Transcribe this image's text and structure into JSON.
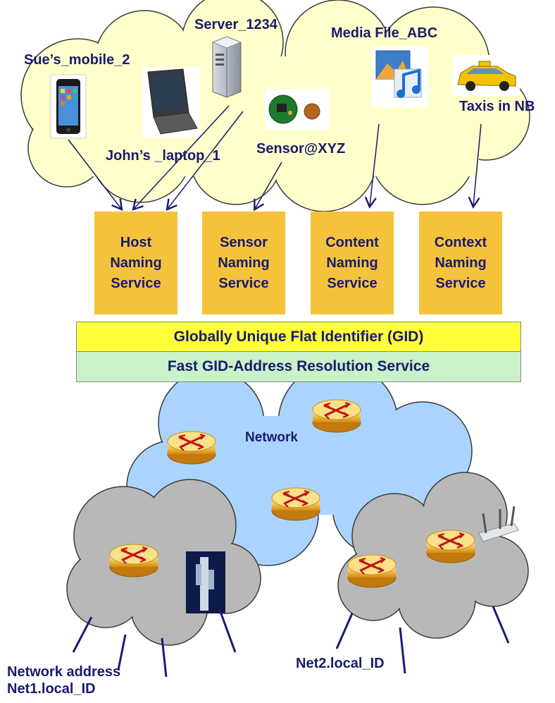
{
  "devices": {
    "sue_mobile": "Sue’s_mobile_2",
    "server": "Server_1234",
    "media_file": "Media File_ABC",
    "taxis": "Taxis in NB",
    "johns_laptop": "John’s _laptop_1",
    "sensor": "Sensor@XYZ"
  },
  "services": [
    {
      "line1": "Host",
      "line2": "Naming",
      "line3": "Service"
    },
    {
      "line1": "Sensor",
      "line2": "Naming",
      "line3": "Service"
    },
    {
      "line1": "Content",
      "line2": "Naming",
      "line3": "Service"
    },
    {
      "line1": "Context",
      "line2": "Naming",
      "line3": "Service"
    }
  ],
  "gid_bar": "Globally Unique Flat Identifier (GID)",
  "resolution_bar": "Fast GID-Address Resolution Service",
  "network_label": "Network",
  "net1_label_line1": "Network address",
  "net1_label_line2": "Net1.local_ID",
  "net2_label": "Net2.local_ID",
  "colors": {
    "cloud_top": "#ffffcc",
    "cloud_network": "#aad4ff",
    "cloud_gray": "#b8b8b8",
    "service_box": "#f5c23c",
    "gid_bar": "#ffff3a",
    "resolution_bar": "#c9f2c9",
    "text": "#1a1a6e"
  }
}
